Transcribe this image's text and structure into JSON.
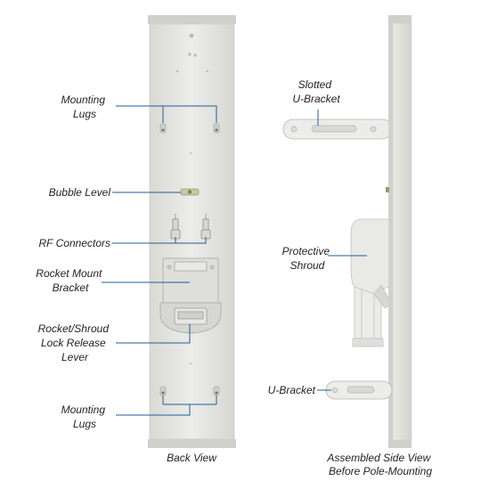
{
  "labels": {
    "mounting_lugs_top": [
      "Mounting",
      "Lugs"
    ],
    "bubble_level": "Bubble Level",
    "rf_connectors": "RF Connectors",
    "rocket_mount_bracket": [
      "Rocket Mount",
      "Bracket"
    ],
    "lock_release_lever": [
      "Rocket/Shroud",
      "Lock Release",
      "Lever"
    ],
    "mounting_lugs_bottom": [
      "Mounting",
      "Lugs"
    ],
    "slotted_u_bracket": [
      "Slotted",
      "U-Bracket"
    ],
    "protective_shroud": [
      "Protective",
      "Shroud"
    ],
    "u_bracket": "U-Bracket"
  },
  "captions": {
    "back_view": "Back View",
    "side_view": [
      "Assembled Side View",
      "Before Pole-Mounting"
    ]
  },
  "colors": {
    "panel": "#e6e6e3",
    "panel_cap": "#cfcfcb",
    "leader_line": "#1f5f96",
    "text": "#231f20"
  }
}
